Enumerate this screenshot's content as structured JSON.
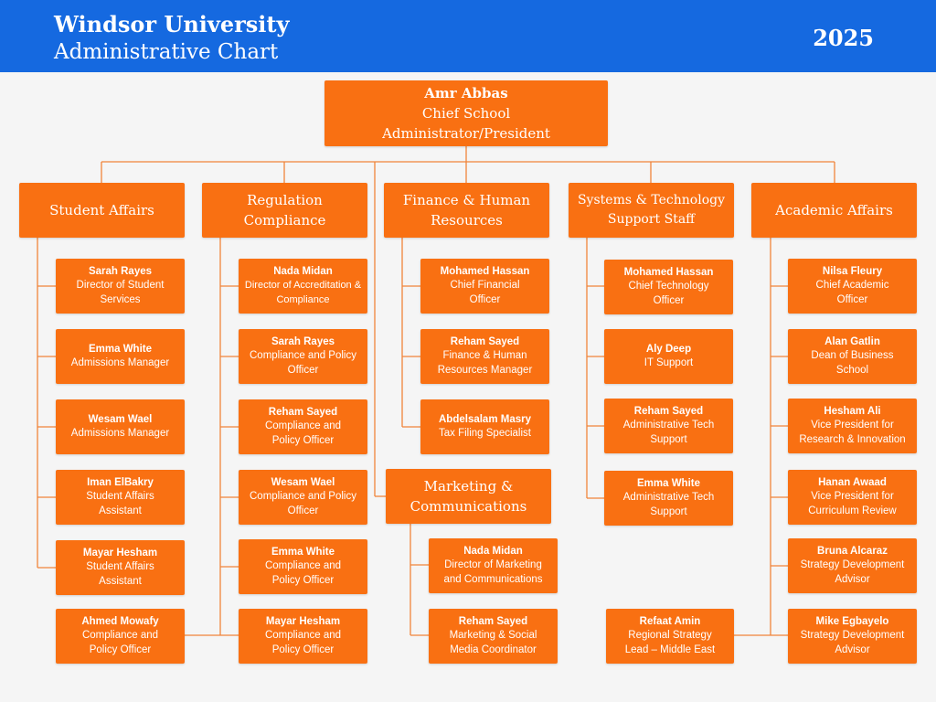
{
  "header": {
    "title_line1": "Windsor University",
    "title_line2": "Administrative Chart",
    "year": "2025"
  },
  "colors": {
    "header_bg": "#1569e0",
    "box_bg": "#f97012",
    "page_bg": "#f5f5f5",
    "connector": "#f0843a"
  },
  "president": {
    "name": "Amr Abbas",
    "role": "Chief School Administrator/President"
  },
  "departments": {
    "student_affairs": "Student Affairs",
    "regulation": "Regulation Compliance",
    "finance": "Finance & Human Resources",
    "systems": "Systems & Technology Support Staff",
    "academic": "Academic Affairs",
    "marketing": "Marketing & Communications"
  },
  "staff": {
    "student_affairs": [
      {
        "name": "Sarah Rayes",
        "role": "Director of Student Services"
      },
      {
        "name": "Emma White",
        "role": "Admissions Manager"
      },
      {
        "name": "Wesam Wael",
        "role": "Admissions Manager"
      },
      {
        "name": "Iman ElBakry",
        "role": "Student Affairs Assistant"
      },
      {
        "name": "Mayar Hesham",
        "role": "Student Affairs Assistant"
      },
      {
        "name": "Ahmed Mowafy",
        "role": "Compliance and Policy Officer"
      }
    ],
    "regulation": [
      {
        "name": "Nada Midan",
        "role": "Director of Accreditation & Compliance"
      },
      {
        "name": "Sarah Rayes",
        "role": "Compliance and Policy Officer"
      },
      {
        "name": "Reham Sayed",
        "role": "Compliance and Policy Officer"
      },
      {
        "name": "Wesam Wael",
        "role": "Compliance and Policy Officer"
      },
      {
        "name": "Emma White",
        "role": "Compliance and Policy Officer"
      },
      {
        "name": "Mayar Hesham",
        "role": "Compliance and Policy Officer"
      }
    ],
    "finance": [
      {
        "name": "Mohamed Hassan",
        "role": "Chief Financial Officer"
      },
      {
        "name": "Reham Sayed",
        "role": "Finance & Human Resources Manager"
      },
      {
        "name": "Abdelsalam Masry",
        "role": "Tax Filing Specialist"
      }
    ],
    "systems": [
      {
        "name": "Mohamed Hassan",
        "role": "Chief Technology Officer"
      },
      {
        "name": "Aly Deep",
        "role": "IT Support"
      },
      {
        "name": "Reham Sayed",
        "role": "Administrative Tech Support"
      },
      {
        "name": "Emma White",
        "role": "Administrative Tech Support"
      },
      {
        "name": "Refaat Amin",
        "role": "Regional Strategy Lead – Middle East"
      }
    ],
    "academic": [
      {
        "name": "Nilsa Fleury",
        "role": "Chief Academic Officer"
      },
      {
        "name": "Alan Gatlin",
        "role": "Dean of Business School"
      },
      {
        "name": "Hesham Ali",
        "role": "Vice President for Research & Innovation"
      },
      {
        "name": "Hanan Awaad",
        "role": "Vice President for Curriculum Review"
      },
      {
        "name": "Bruna Alcaraz",
        "role": "Strategy Development Advisor"
      },
      {
        "name": "Mike Egbayelo",
        "role": "Strategy Development Advisor"
      }
    ],
    "marketing": [
      {
        "name": "Nada Midan",
        "role": "Director of Marketing and Communications"
      },
      {
        "name": "Reham Sayed",
        "role": "Marketing & Social Media Coordinator"
      }
    ]
  }
}
